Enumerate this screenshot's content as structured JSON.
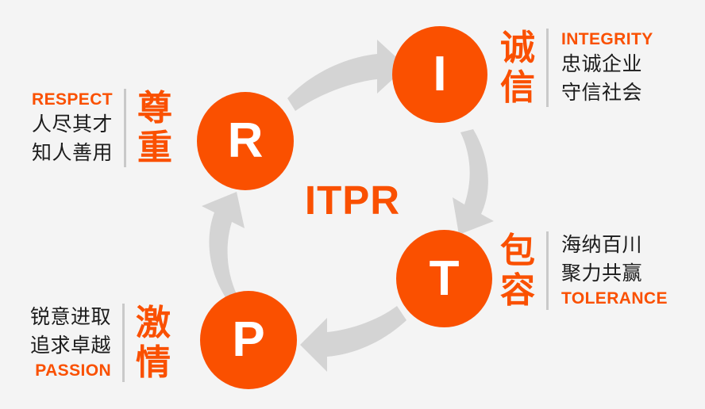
{
  "theme": {
    "background": "#f4f4f4",
    "accent": "#fa5000",
    "arrow_color": "#d4d4d4",
    "divider_color": "#c9c9c9",
    "text_dark": "#1c1c1c",
    "circle_text": "#ffffff"
  },
  "center": {
    "acronym": "ITPR"
  },
  "nodes": [
    {
      "key": "respect",
      "letter": "R",
      "name": "node-respect"
    },
    {
      "key": "integrity",
      "letter": "I",
      "name": "node-integrity"
    },
    {
      "key": "tolerance",
      "letter": "T",
      "name": "node-tolerance"
    },
    {
      "key": "passion",
      "letter": "P",
      "name": "node-passion"
    }
  ],
  "blocks": {
    "respect": {
      "cn_title_line1": "尊",
      "cn_title_line2": "重",
      "english": "RESPECT",
      "cn_line1": "人尽其才",
      "cn_line2": "知人善用"
    },
    "integrity": {
      "cn_title_line1": "诚",
      "cn_title_line2": "信",
      "english": "INTEGRITY",
      "cn_line1": "忠诚企业",
      "cn_line2": "守信社会"
    },
    "tolerance": {
      "cn_title_line1": "包",
      "cn_title_line2": "容",
      "english": "TOLERANCE",
      "cn_line1": "海纳百川",
      "cn_line2": "聚力共赢"
    },
    "passion": {
      "cn_title_line1": "激",
      "cn_title_line2": "情",
      "english": "PASSION",
      "cn_line1": "锐意进取",
      "cn_line2": "追求卓越"
    }
  },
  "arrows": [
    {
      "name": "arrow-respect-to-integrity",
      "direction": "right-up"
    },
    {
      "name": "arrow-integrity-to-tolerance",
      "direction": "down"
    },
    {
      "name": "arrow-tolerance-to-passion",
      "direction": "left"
    },
    {
      "name": "arrow-passion-to-respect",
      "direction": "up"
    }
  ]
}
